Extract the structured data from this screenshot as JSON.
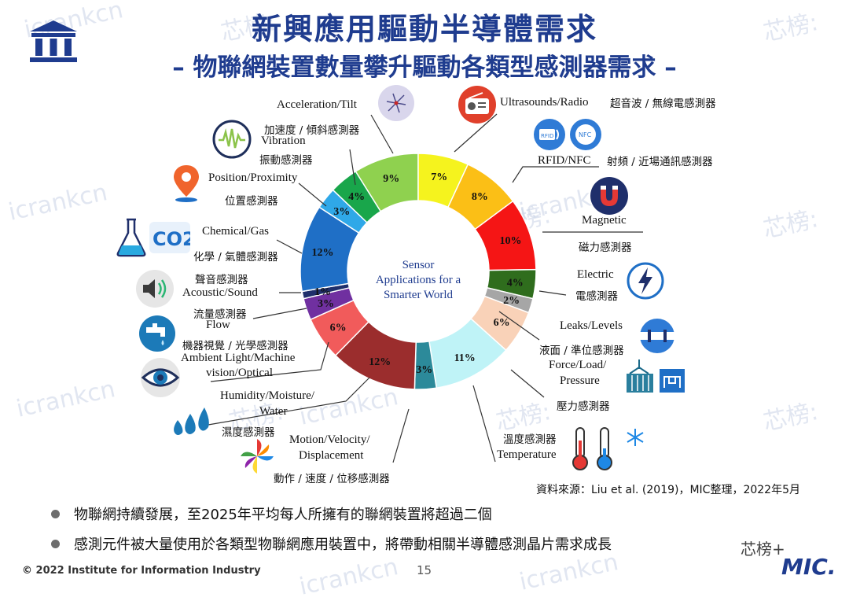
{
  "header": {
    "title": "新興應用驅動半導體需求",
    "subtitle": "– 物聯網裝置數量攀升驅動各類型感測器需求 –"
  },
  "watermark": {
    "text": "icrankcn",
    "text_zh": "芯榜:"
  },
  "chart_data": {
    "type": "pie",
    "variant": "donut",
    "center_label": [
      "Sensor",
      "Applications for a",
      "Smarter World"
    ],
    "slices": [
      {
        "label": "Acceleration/Tilt",
        "label_zh": "加速度 / 傾斜感測器",
        "value": 9,
        "value_label": "9%",
        "color": "#8fd14f"
      },
      {
        "label": "Ultrasounds/Radio",
        "label_zh": "超音波 / 無線電感測器",
        "value": 7,
        "value_label": "7%",
        "color": "#f5f31e"
      },
      {
        "label": "RFID/NFC",
        "label_zh": "射頻 / 近場通訊感測器",
        "value": 8,
        "value_label": "8%",
        "color": "#fbbf16"
      },
      {
        "label": "Magnetic",
        "label_zh": "磁力感測器",
        "value": 10,
        "value_label": "10%",
        "color": "#f51515"
      },
      {
        "label": "Electric",
        "label_zh": "電感測器",
        "value": 4,
        "value_label": "4%",
        "color": "#2f6d1d"
      },
      {
        "label": "Leaks/Levels",
        "label_zh": "液面 / 準位感測器",
        "value": 2,
        "value_label": "2%",
        "color": "#a6a6a6"
      },
      {
        "label": "Force/Load/Pressure",
        "label_zh": "壓力感測器",
        "value": 6,
        "value_label": "6%",
        "color": "#f9d2b8"
      },
      {
        "label": "Temperature",
        "label_zh": "溫度感測器",
        "value": 11,
        "value_label": "11%",
        "color": "#bff3f7"
      },
      {
        "label": "Motion/Velocity/Displacement",
        "label_zh": "動作 / 速度 / 位移感測器",
        "value": 3,
        "value_label": "3%",
        "color": "#2c8a9a"
      },
      {
        "label": "Humidity/Moisture/Water",
        "label_zh": "濕度感測器",
        "value": 12,
        "value_label": "12%",
        "color": "#9b2d2d"
      },
      {
        "label": "Ambient Light/Machine vision/Optical",
        "label_zh": "機器視覺 / 光學感測器",
        "value": 6,
        "value_label": "6%",
        "color": "#f15b5b"
      },
      {
        "label": "Flow",
        "label_zh": "流量感測器",
        "value": 3,
        "value_label": "3%",
        "color": "#7030a0"
      },
      {
        "label": "Acoustic/Sound",
        "label_zh": "聲音感測器",
        "value": 1,
        "value_label": "1%",
        "color": "#1f2f6b"
      },
      {
        "label": "Chemical/Gas",
        "label_zh": "化學 / 氣體感測器",
        "value": 12,
        "value_label": "12%",
        "color": "#1f6fc6"
      },
      {
        "label": "Position/Proximity",
        "label_zh": "位置感測器",
        "value": 3,
        "value_label": "3%",
        "color": "#2fa8e8"
      },
      {
        "label": "Vibration",
        "label_zh": "振動感測器",
        "value": 4,
        "value_label": "4%",
        "color": "#19a64b"
      }
    ]
  },
  "labels": {
    "acceleration_en": "Acceleration/Tilt",
    "acceleration_zh": "加速度 / 傾斜感測器",
    "vibration_en": "Vibration",
    "vibration_zh": "振動感測器",
    "position_en": "Position/Proximity",
    "position_zh": "位置感測器",
    "chemical_en": "Chemical/Gas",
    "chemical_zh": "化學 / 氣體感測器",
    "acoustic_zh": "聲音感測器",
    "acoustic_en": "Acoustic/Sound",
    "flow_zh": "流量感測器",
    "flow_en": "Flow",
    "optical_zh": "機器視覺 / 光學感測器",
    "optical_en_1": "Ambient Light/Machine",
    "optical_en_2": "vision/Optical",
    "humidity_en_1": "Humidity/Moisture/",
    "humidity_en_2": "Water",
    "humidity_zh": "濕度感測器",
    "motion_en_1": "Motion/Velocity/",
    "motion_en_2": "Displacement",
    "motion_zh": "動作 / 速度 / 位移感測器",
    "ultrasound_en": "Ultrasounds/Radio",
    "ultrasound_zh": "超音波 / 無線電感測器",
    "rfid_en": "RFID/NFC",
    "rfid_zh": "射頻 / 近場通訊感測器",
    "magnetic_en": "Magnetic",
    "magnetic_zh": "磁力感測器",
    "electric_en": "Electric",
    "electric_zh": "電感測器",
    "leaks_en": "Leaks/Levels",
    "leaks_zh": "液面 / 準位感測器",
    "force_en_1": "Force/Load/",
    "force_en_2": "Pressure",
    "force_zh": "壓力感測器",
    "temp_zh": "溫度感測器",
    "temp_en": "Temperature",
    "rfid_icon_text": "RFID",
    "nfc_icon_text": "NFC",
    "co2_icon_text": "CO2"
  },
  "source": "資料來源：Liu et al. (2019)，MIC整理，2022年5月",
  "bullets": [
    "物聯網持續發展，至2025年平均每人所擁有的聯網裝置將超過二個",
    "感測元件被大量使用於各類型物聯網應用裝置中，將帶動相關半導體感測晶片需求成長"
  ],
  "footer": {
    "copyright": "© 2022 Institute for Information Industry",
    "page_number": "15",
    "brand": "MIC.",
    "wechat": "芯榜+"
  },
  "icons": [
    "institute-building-icon",
    "acceleration-icon",
    "vibration-icon",
    "location-pin-icon",
    "flask-icon",
    "co2-icon",
    "speaker-icon",
    "faucet-icon",
    "eye-icon",
    "water-drops-icon",
    "pinwheel-icon",
    "radio-icon",
    "rfid-icon",
    "nfc-icon",
    "magnet-icon",
    "lightning-icon",
    "pipe-level-icon",
    "container-load-icon",
    "thermometer-icon",
    "snowflake-icon"
  ]
}
